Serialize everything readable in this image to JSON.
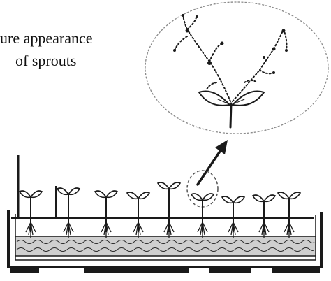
{
  "caption": {
    "line1": "ure appearance",
    "line2": "of sprouts"
  },
  "colors": {
    "ink": "#1a1a1a",
    "circle": "#8a8a8a",
    "tray_fill": "#cfcfcf",
    "background": "#ffffff"
  },
  "parts": [
    "magnified-sprout",
    "arrow",
    "highlight-circle",
    "seedling-tray",
    "soil-layer",
    "stick"
  ]
}
